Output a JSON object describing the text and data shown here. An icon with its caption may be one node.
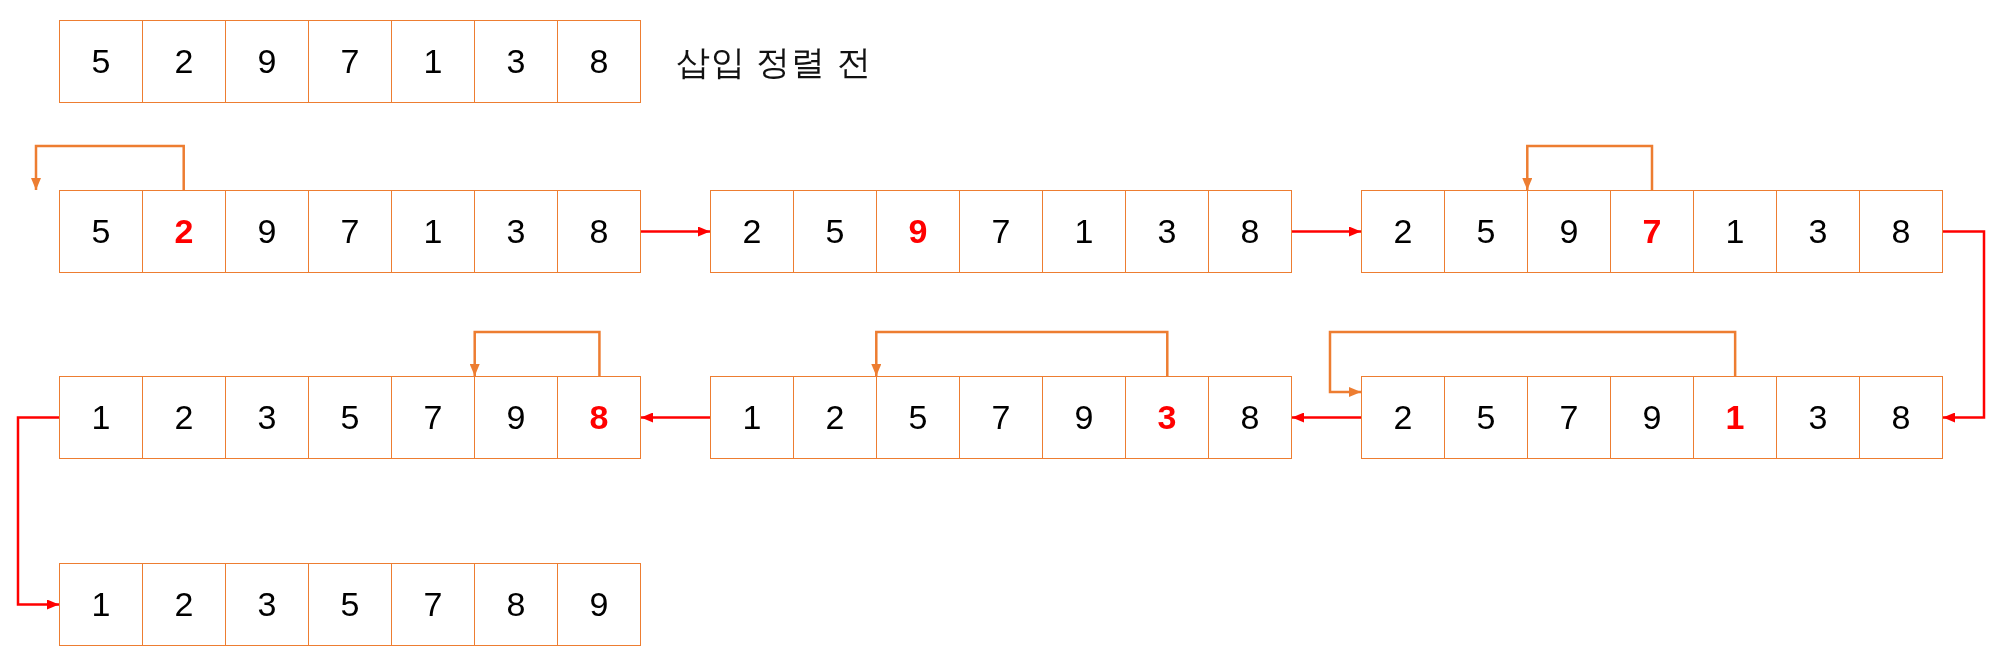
{
  "diagram": {
    "nodes": [
      {
        "text": [],
        "shape": "box",
        "beside": [
          "삽입 정렬 전"
        ]
      },
      {
        "text": [
          "5"
        ],
        "in": 0
      },
      {
        "text": [
          "2"
        ],
        "in": 0
      },
      {
        "text": [
          "9"
        ],
        "in": 0
      },
      {
        "text": [
          "7"
        ],
        "in": 0
      },
      {
        "text": [
          "1"
        ],
        "in": 0
      },
      {
        "text": [
          "3"
        ],
        "in": 0
      },
      {
        "text": [
          "8"
        ],
        "in": 0
      },
      {
        "text": [],
        "shape": "box"
      },
      {
        "text": [
          "5"
        ],
        "in": 8
      },
      {
        "text": [
          "2"
        ],
        "in": 8
      },
      {
        "text": [
          "9"
        ],
        "in": 8
      },
      {
        "text": [
          "7"
        ],
        "in": 8
      },
      {
        "text": [
          "1"
        ],
        "in": 8
      },
      {
        "text": [
          "3"
        ],
        "in": 8
      },
      {
        "text": [
          "8"
        ],
        "in": 8
      },
      {
        "text": [],
        "shape": "box"
      },
      {
        "text": [
          "2"
        ],
        "in": 16
      },
      {
        "text": [
          "5"
        ],
        "in": 16
      },
      {
        "text": [
          "9"
        ],
        "in": 16
      },
      {
        "text": [
          "7"
        ],
        "in": 16
      },
      {
        "text": [
          "1"
        ],
        "in": 16
      },
      {
        "text": [
          "3"
        ],
        "in": 16
      },
      {
        "text": [
          "8"
        ],
        "in": 16
      },
      {
        "text": [],
        "shape": "box"
      },
      {
        "text": [
          "2"
        ],
        "in": 24
      },
      {
        "text": [
          "5"
        ],
        "in": 24
      },
      {
        "text": [
          "9"
        ],
        "in": 24
      },
      {
        "text": [
          "7"
        ],
        "in": 24
      },
      {
        "text": [
          "1"
        ],
        "in": 24
      },
      {
        "text": [
          "3"
        ],
        "in": 24
      },
      {
        "text": [
          "8"
        ],
        "in": 24
      },
      {
        "text": [],
        "shape": "box"
      },
      {
        "text": [
          "1"
        ],
        "in": 32
      },
      {
        "text": [
          "2"
        ],
        "in": 32
      },
      {
        "text": [
          "3"
        ],
        "in": 32
      },
      {
        "text": [
          "5"
        ],
        "in": 32
      },
      {
        "text": [
          "7"
        ],
        "in": 32
      },
      {
        "text": [
          "9"
        ],
        "in": 32
      },
      {
        "text": [
          "8"
        ],
        "in": 32
      },
      {
        "text": [],
        "shape": "box"
      },
      {
        "text": [
          "1"
        ],
        "in": 40
      },
      {
        "text": [
          "2"
        ],
        "in": 40
      },
      {
        "text": [
          "5"
        ],
        "in": 40
      },
      {
        "text": [
          "7"
        ],
        "in": 40
      },
      {
        "text": [
          "9"
        ],
        "in": 40
      },
      {
        "text": [
          "3"
        ],
        "in": 40
      },
      {
        "text": [
          "8"
        ],
        "in": 40
      },
      {
        "text": [],
        "shape": "box"
      },
      {
        "text": [
          "2"
        ],
        "in": 48
      },
      {
        "text": [
          "5"
        ],
        "in": 48
      },
      {
        "text": [
          "7"
        ],
        "in": 48
      },
      {
        "text": [
          "9"
        ],
        "in": 48
      },
      {
        "text": [
          "1"
        ],
        "in": 48
      },
      {
        "text": [
          "3"
        ],
        "in": 48
      },
      {
        "text": [
          "8"
        ],
        "in": 48
      },
      {
        "text": [],
        "shape": "box"
      },
      {
        "text": [
          "1"
        ],
        "in": 56
      },
      {
        "text": [
          "2"
        ],
        "in": 56
      },
      {
        "text": [
          "3"
        ],
        "in": 56
      },
      {
        "text": [
          "5"
        ],
        "in": 56
      },
      {
        "text": [
          "7"
        ],
        "in": 56
      },
      {
        "text": [
          "8"
        ],
        "in": 56
      },
      {
        "text": [
          "9"
        ],
        "in": 56
      }
    ],
    "edges": [
      {
        "from": 8,
        "to": 16,
        "arrow": "to"
      },
      {
        "from": 16,
        "to": 24,
        "arrow": "to"
      },
      {
        "from": 24,
        "to": 48,
        "arrow": "to"
      },
      {
        "from": 48,
        "to": 40,
        "arrow": "to"
      },
      {
        "from": 40,
        "to": 32,
        "arrow": "to"
      },
      {
        "from": 32,
        "to": 56,
        "arrow": "to"
      },
      {
        "from": 10,
        "to": 9,
        "arrow": "to",
        "color": "#ed7d31"
      },
      {
        "from": 28,
        "to": 27,
        "arrow": "to",
        "color": "#ed7d31"
      },
      {
        "from": 39,
        "to": 38,
        "arrow": "to",
        "color": "#ed7d31"
      },
      {
        "from": 46,
        "to": 43,
        "arrow": "to",
        "color": "#ed7d31"
      },
      {
        "from": 53,
        "to": 49,
        "arrow": "to",
        "color": "#ed7d31"
      }
    ]
  }
}
